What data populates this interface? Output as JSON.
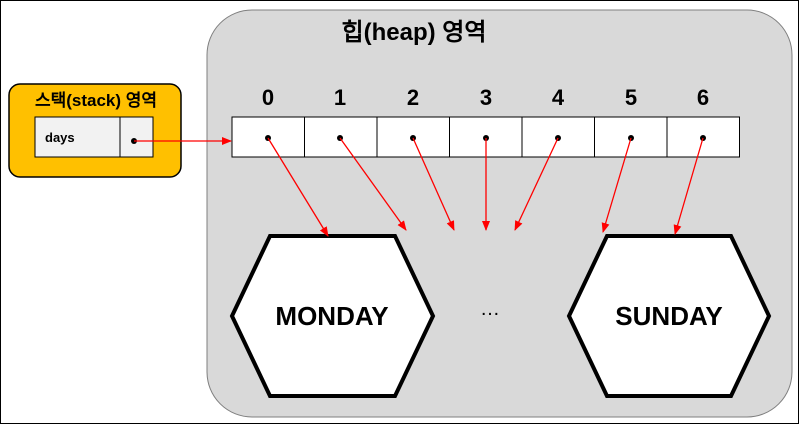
{
  "heap": {
    "title": "힙(heap) 영역",
    "indices": [
      "0",
      "1",
      "2",
      "3",
      "4",
      "5",
      "6"
    ],
    "objects": {
      "first": "MONDAY",
      "ellipsis": "…",
      "last": "SUNDAY"
    }
  },
  "stack": {
    "title": "스택(stack) 영역",
    "variable": "days"
  },
  "colors": {
    "heap_bg": "#d9d9d9",
    "stack_bg": "#ffc000",
    "var_cell_bg": "#f2f2f2",
    "arrow": "#ff0000",
    "outline": "#000000"
  }
}
